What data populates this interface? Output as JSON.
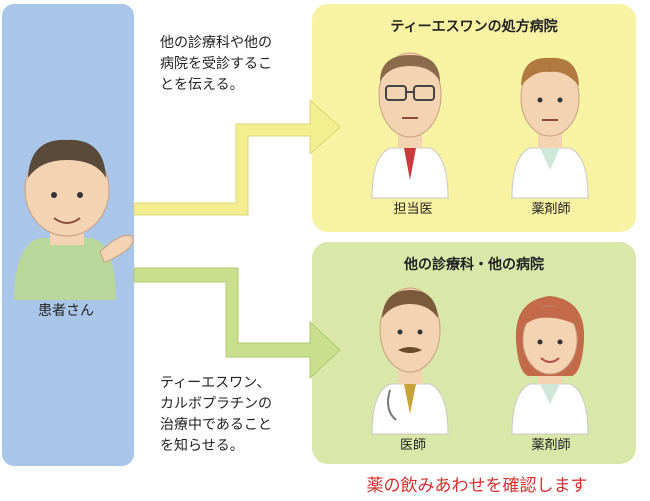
{
  "patient": {
    "label": "患者さん"
  },
  "notes": {
    "top": [
      "他の診療科や他の",
      "病院を受診するこ",
      "とを伝える。"
    ],
    "bottom": [
      "ティーエスワン、",
      "カルボプラチンの",
      "治療中であること",
      "を知らせる。"
    ]
  },
  "prescribing_hospital": {
    "title": "ティーエスワンの処方病院",
    "staff": [
      "担当医",
      "薬剤師"
    ]
  },
  "other_hospital": {
    "title": "他の診療科・他の病院",
    "staff": [
      "医師",
      "薬剤師"
    ]
  },
  "footer": {
    "text": "薬の飲みあわせを確認します"
  },
  "colors": {
    "patient_panel": "#a9c6e9",
    "prescribing_box": "#f8f2a3",
    "other_box": "#d9e8a9",
    "arrow_top": "#f3ee8f",
    "arrow_bottom": "#c9df8d",
    "footer_text": "#d5302e"
  }
}
